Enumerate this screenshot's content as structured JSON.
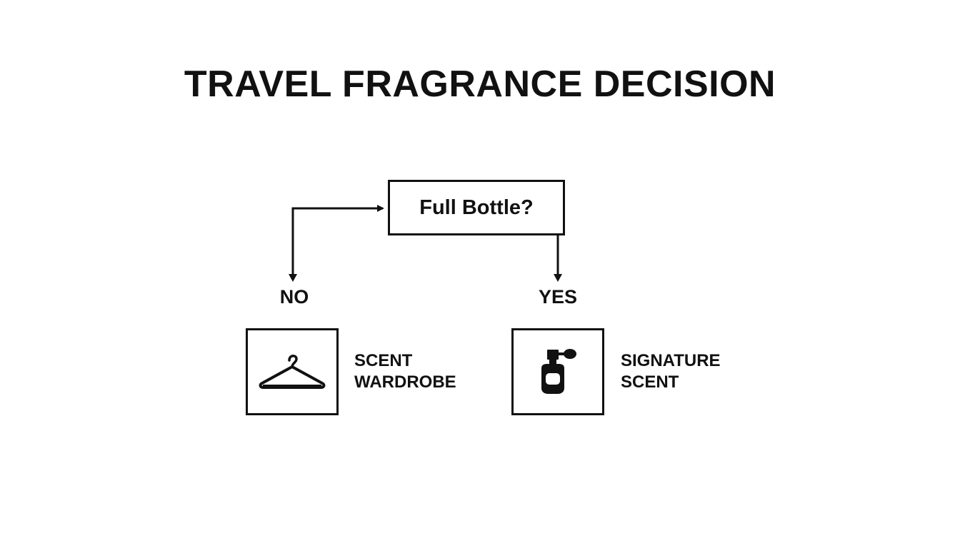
{
  "title": "TRAVEL FRAGRANCE DECISION",
  "question": {
    "label": "Full Bottle?"
  },
  "branches": {
    "no": {
      "label": "NO",
      "icon": "hanger-icon",
      "outcome_lines": [
        "SCENT",
        "WARDROBE"
      ]
    },
    "yes": {
      "label": "YES",
      "icon": "perfume-bottle-icon",
      "outcome_lines": [
        "SIGNATURE",
        "SCENT"
      ]
    }
  },
  "colors": {
    "ink": "#111111",
    "background": "#ffffff"
  }
}
